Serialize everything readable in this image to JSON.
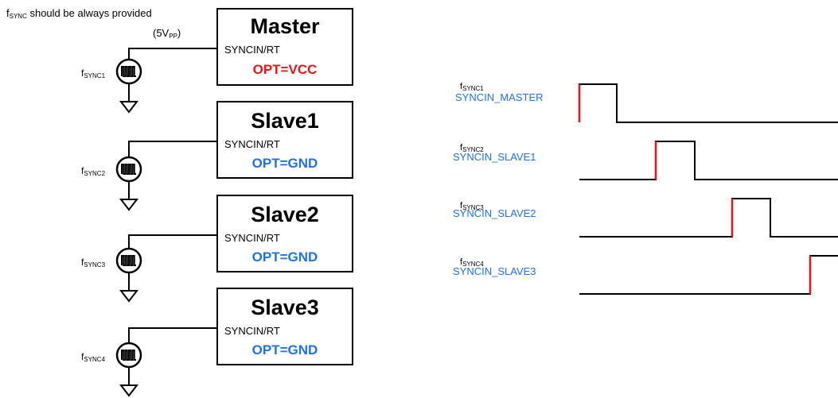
{
  "note": {
    "f": "f",
    "sub": "SYNC",
    "text": " should be always provided",
    "vpp_pre": "(5V",
    "vpp_sub": "PP",
    "vpp_post": ")"
  },
  "devices": [
    {
      "title": "Master",
      "pin": "SYNCIN/RT",
      "opt": "OPT=VCC",
      "f": "f",
      "sub": "SYNC1"
    },
    {
      "title": "Slave1",
      "pin": "SYNCIN/RT",
      "opt": "OPT=GND",
      "f": "f",
      "sub": "SYNC2"
    },
    {
      "title": "Slave2",
      "pin": "SYNCIN/RT",
      "opt": "OPT=GND",
      "f": "f",
      "sub": "SYNC3"
    },
    {
      "title": "Slave3",
      "pin": "SYNCIN/RT",
      "opt": "OPT=GND",
      "f": "f",
      "sub": "SYNC4"
    }
  ],
  "signals": [
    {
      "f": "f",
      "sub": "SYNC1",
      "name": "SYNCIN_MASTER"
    },
    {
      "f": "f",
      "sub": "SYNC2",
      "name": "SYNCIN_SLAVE1"
    },
    {
      "f": "f",
      "sub": "SYNC3",
      "name": "SYNCIN_SLAVE2"
    },
    {
      "f": "f",
      "sub": "SYNC4",
      "name": "SYNCIN_SLAVE3"
    }
  ],
  "colors": {
    "vcc_opt": "#e8141b",
    "gnd_opt": "#1e73e8",
    "signal_name": "#1e73e8",
    "rising_edge": "#e8141b",
    "line": "#000000"
  }
}
